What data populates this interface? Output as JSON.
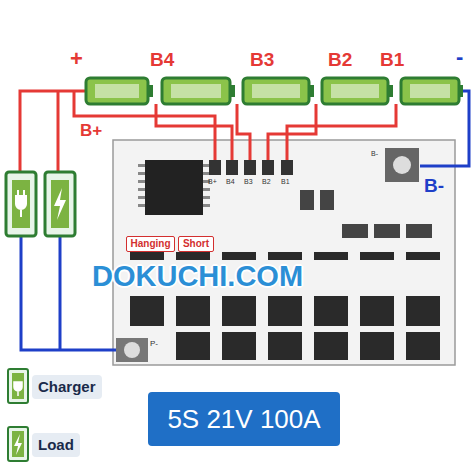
{
  "diagram": {
    "nodes": [
      {
        "text": [
          "Hanging"
        ]
      },
      {
        "text": [
          "Short"
        ]
      },
      {
        "text": [
          "5S 21V 100A"
        ]
      }
    ],
    "labels": [
      "+",
      "B4",
      "B3",
      "B2",
      "B1",
      "-",
      "B+",
      "B-",
      "B+",
      "B4",
      "B3",
      "B2",
      "B1",
      "B-",
      "P-",
      "DOKUCHI.COM"
    ],
    "legend": [
      {
        "text": "Charger"
      },
      {
        "text": "Load"
      }
    ]
  }
}
